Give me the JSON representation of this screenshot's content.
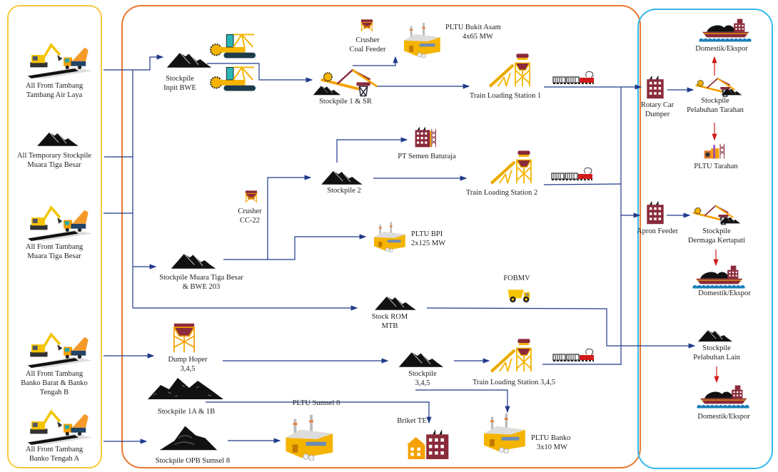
{
  "colors": {
    "source_border": "#f7c93c",
    "process_border": "#e9782f",
    "destination_border": "#35b9ec",
    "flow_line": "#1f3a8a",
    "port_arrow": "#d11a1a",
    "coal": "#111111",
    "machine_yellow": "#f5b400",
    "structure_maroon": "#8a2a3a"
  },
  "sources": {
    "items": [
      {
        "icon": "excavator-truck-icon",
        "label_1": "All Front Tambang",
        "label_2": "Tambang Air Laya"
      },
      {
        "icon": "coal-pile-icon",
        "label_1": "All Temporary Stockpile",
        "label_2": "Muara Tiga Besar"
      },
      {
        "icon": "excavator-truck-icon",
        "label_1": "All Front Tambang",
        "label_2": "Muara Tiga Besar"
      },
      {
        "icon": "excavator-truck-icon",
        "label_1": "All Front Tambang",
        "label_2": "Banko Barat & Banko",
        "label_3": "Tengah B"
      },
      {
        "icon": "excavator-truck-icon",
        "label_1": "All Front Tambang",
        "label_2": "Banko Tengah A"
      }
    ]
  },
  "process": {
    "stockpile_inpit_bwe": {
      "l1": "Stockpile",
      "l2": "Inpit BWE"
    },
    "crusher_coal_feeder": {
      "l1": "Crusher",
      "l2": "Coal Feeder"
    },
    "pltu_bukit_asam": {
      "l1": "PLTU Bukit Asam",
      "l2": "4x65 MW"
    },
    "stockpile_1_sr": {
      "l1": "Stockpile 1 & SR"
    },
    "tls_1": {
      "l1": "Train Loading Station 1"
    },
    "pt_semen": {
      "l1": "PT Semen Baturaja"
    },
    "stockpile_2": {
      "l1": "Stockpile 2"
    },
    "tls_2": {
      "l1": "Train Loading Station 2"
    },
    "crusher_cc22": {
      "l1": "Crusher",
      "l2": "CC-22"
    },
    "pltu_bpi": {
      "l1": "PLTU BPI",
      "l2": "2x125 MW"
    },
    "stockpile_mtb": {
      "l1": "Stockpile Muara Tiga Besar",
      "l2": "& BWE 203"
    },
    "fobmv": {
      "l1": "FOBMV"
    },
    "stock_rom": {
      "l1": "Stock ROM",
      "l2": "MTB"
    },
    "dump_hoper": {
      "l1": "Dump Hoper",
      "l2": "3,4,5"
    },
    "stockpile_345": {
      "l1": "Stockpile",
      "l2": "3,4,5"
    },
    "tls_345": {
      "l1": "Train Loading Station 3,4,5"
    },
    "stockpile_1a1b": {
      "l1": "Stockpile 1A & 1B"
    },
    "pltu_sumsel8": {
      "l1": "PLTU Sumsel 8"
    },
    "briket_te": {
      "l1": "Briket TE"
    },
    "stockpile_opb": {
      "l1": "Stockpile OPB Sumsel 8"
    },
    "pltu_banko": {
      "l1": "PLTU Banko",
      "l2": "3x10 MW"
    }
  },
  "destinations": {
    "domestik_1": {
      "l1": "Domestik/Ekspor"
    },
    "rotary_car_dumper": {
      "l1": "Rotary Car",
      "l2": "Dumper"
    },
    "stockpile_tarahan": {
      "l1": "Stockpile",
      "l2": "Pelabuhan Tarahan"
    },
    "pltu_tarahan": {
      "l1": "PLTU Tarahan"
    },
    "apron_feeder": {
      "l1": "Apron Feeder"
    },
    "stockpile_kertapati": {
      "l1": "Stockpile",
      "l2": "Dermaga Kertapati"
    },
    "domestik_2": {
      "l1": "Domestik/Ekspor"
    },
    "stockpile_lain": {
      "l1": "Stockpile",
      "l2": "Pelabuhan Lain"
    },
    "domestik_3": {
      "l1": "Domestik/Ekspor"
    }
  }
}
